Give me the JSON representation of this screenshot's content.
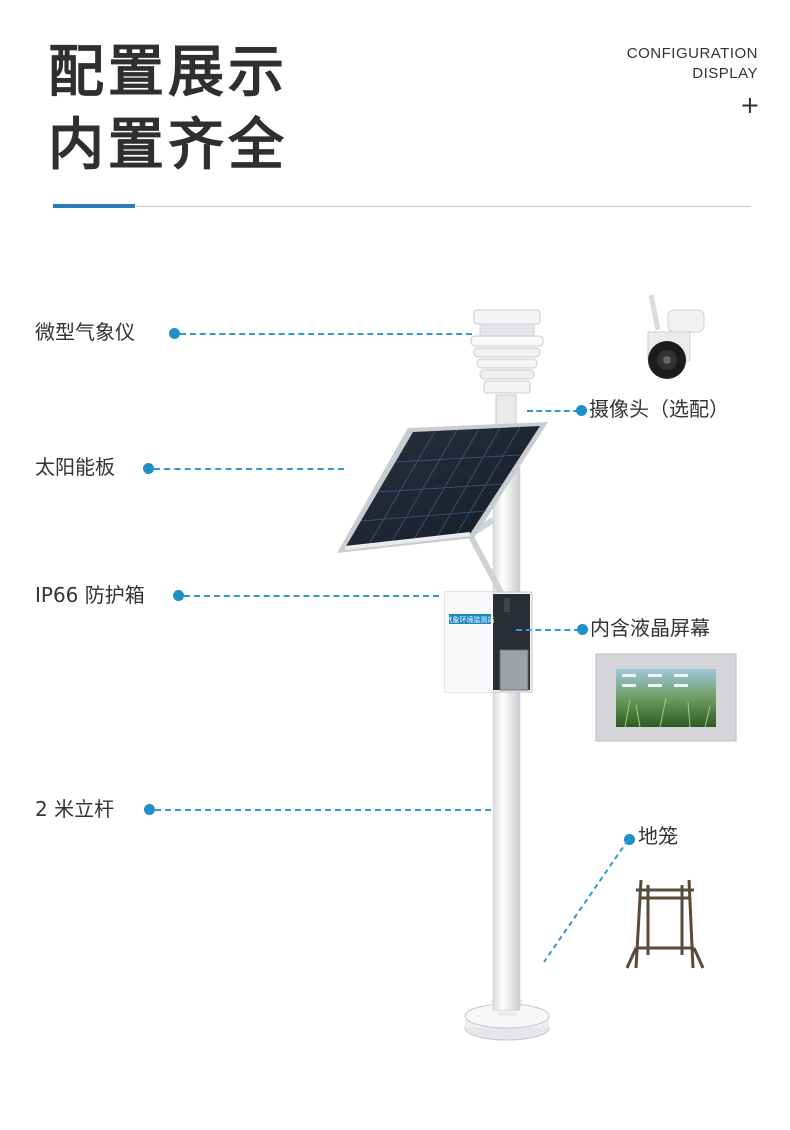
{
  "header": {
    "title_line1": "配置展示",
    "title_line2": "内置齐全",
    "en_line1": "CONFIGURATION",
    "en_line2": "DISPLAY",
    "plus_symbol": "+"
  },
  "colors": {
    "accent": "#2a7bb0",
    "dot": "#1f8fc8",
    "dash": "#2e9ad2"
  },
  "components": {
    "weather_station": "微型气象仪",
    "camera": "摄像头（选配）",
    "solar_panel": "太阳能板",
    "box": "IP66 防护箱",
    "lcd": "内含液晶屏幕",
    "pole": "2 米立杆",
    "ground_cage": "地笼"
  },
  "box_label": "气象环境监测站"
}
